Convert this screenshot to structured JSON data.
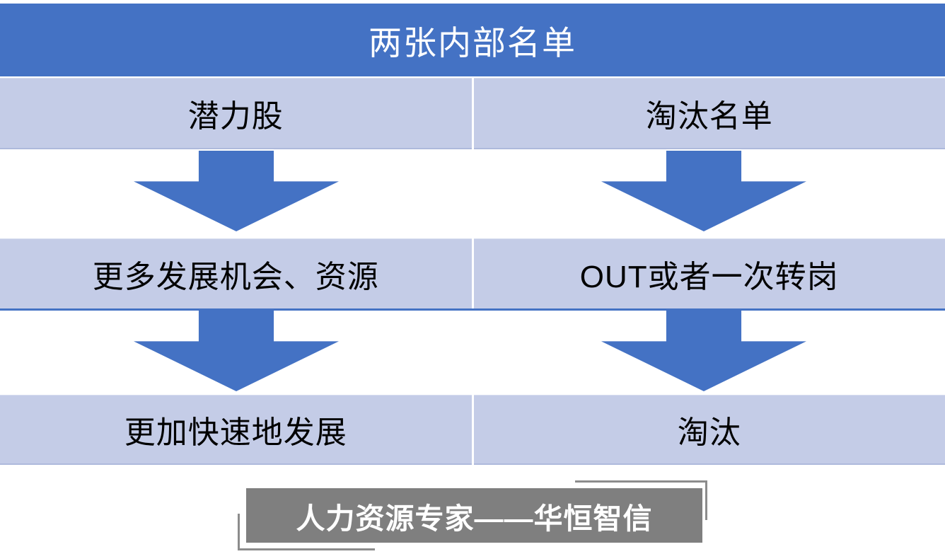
{
  "colors": {
    "accent_blue": "#4472C4",
    "light_blue": "#C4CCE7",
    "footer_gray": "#7F7F7F",
    "bracket_gray": "#8C8C8C",
    "header_text": "#FFFFFF",
    "cell_text": "#000000"
  },
  "diagram": {
    "title": "两张内部名单",
    "rows": [
      {
        "left": "潜力股",
        "right": "淘汰名单"
      },
      {
        "left": "更多发展机会、资源",
        "right": "OUT或者一次转岗"
      },
      {
        "left": "更加快速地发展",
        "right": "淘汰"
      }
    ],
    "flow": {
      "left": [
        "潜力股",
        "更多发展机会、资源",
        "更加快速地发展"
      ],
      "right": [
        "淘汰名单",
        "OUT或者一次转岗",
        "淘汰"
      ]
    },
    "arrow_icon": "down-block-arrow"
  },
  "footer": {
    "brand": "人力资源专家——华恒智信"
  }
}
